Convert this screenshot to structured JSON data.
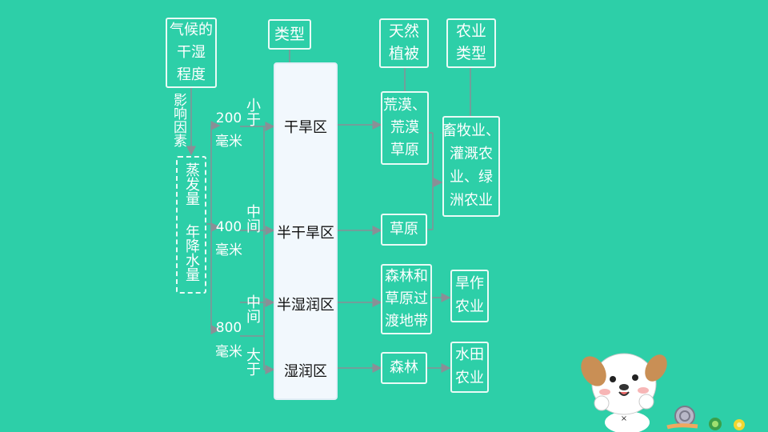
{
  "diagram": {
    "climate_box": [
      "气候的",
      "干湿",
      "程度"
    ],
    "factor_label": "影响因素",
    "factors_box": [
      "蒸发量",
      "年降水量"
    ],
    "type_header": "类型",
    "vegetation_header": [
      "天然",
      "植被"
    ],
    "agriculture_header": [
      "农业",
      "类型"
    ],
    "thresholds": [
      {
        "qualifier": "小于",
        "value": "200",
        "unit": "毫米"
      },
      {
        "qualifier": "中间",
        "value": "400",
        "unit": "毫米"
      },
      {
        "qualifier": "中间",
        "value": "800",
        "unit": "毫米"
      },
      {
        "qualifier": "大于"
      }
    ],
    "zones": [
      "干旱区",
      "半干旱区",
      "半湿润区",
      "湿润区"
    ],
    "vegetation": [
      [
        "荒漠、",
        "荒漠",
        "草原"
      ],
      [
        "草原"
      ],
      [
        "森林和",
        "草原过",
        "渡地带"
      ],
      [
        "森林"
      ]
    ],
    "agriculture": [
      [
        "畜牧业、",
        "灌溉农",
        "业、绿",
        "洲农业"
      ],
      [
        "旱作",
        "农业"
      ],
      [
        "水田",
        "农业"
      ]
    ]
  },
  "colors": {
    "background": "#2dcfa8",
    "panel": "#f2f8fd",
    "line": "#8a8f96",
    "box_border": "#e9fbf6"
  },
  "mascot": {
    "icon": "cartoon-dog-icon",
    "snail_icon": "snail-icon"
  }
}
